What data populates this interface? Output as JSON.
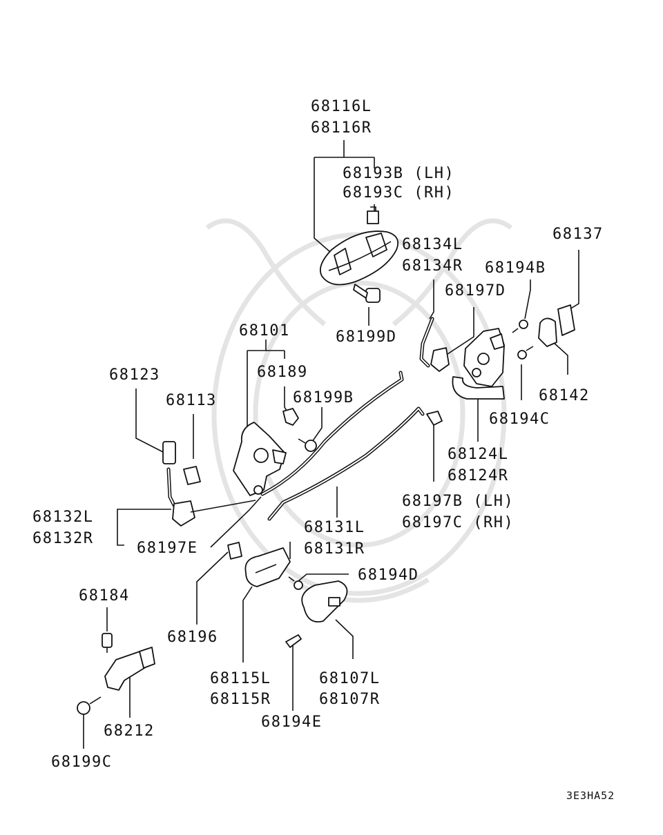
{
  "diagram_code": "3E3HA52",
  "labels": {
    "p68116": [
      "68116L",
      "68116R"
    ],
    "p68193": [
      "68193B (LH)",
      "68193C (RH)"
    ],
    "p68134": [
      "68134L",
      "68134R"
    ],
    "p68137": "68137",
    "p68194B": "68194B",
    "p68197D": "68197D",
    "p68199D": "68199D",
    "p68101": "68101",
    "p68189": "68189",
    "p68123": "68123",
    "p68113": "68113",
    "p68199B": "68199B",
    "p68142": "68142",
    "p68194C": "68194C",
    "p68124": [
      "68124L",
      "68124R"
    ],
    "p68197BC": [
      "68197B (LH)",
      "68197C (RH)"
    ],
    "p68132": [
      "68132L",
      "68132R"
    ],
    "p68197E": "68197E",
    "p68131": [
      "68131L",
      "68131R"
    ],
    "p68194D": "68194D",
    "p68184": "68184",
    "p68196": "68196",
    "p68115": [
      "68115L",
      "68115R"
    ],
    "p68107": [
      "68107L",
      "68107R"
    ],
    "p68194E": "68194E",
    "p68212": "68212",
    "p68199C": "68199C"
  }
}
